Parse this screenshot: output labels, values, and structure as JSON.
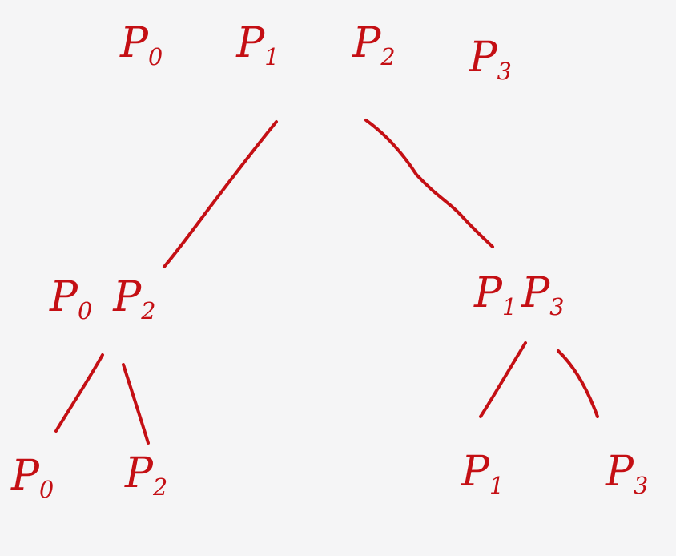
{
  "ink_color": "#c40f14",
  "background_color": "#f5f5f6",
  "tree": {
    "root": [
      "P0",
      "P1",
      "P2",
      "P3"
    ],
    "left": [
      "P0",
      "P2"
    ],
    "right": [
      "P1",
      "P3"
    ],
    "left_left": [
      "P0"
    ],
    "left_right": [
      "P2"
    ],
    "right_left": [
      "P1"
    ],
    "right_right": [
      "P3"
    ]
  }
}
